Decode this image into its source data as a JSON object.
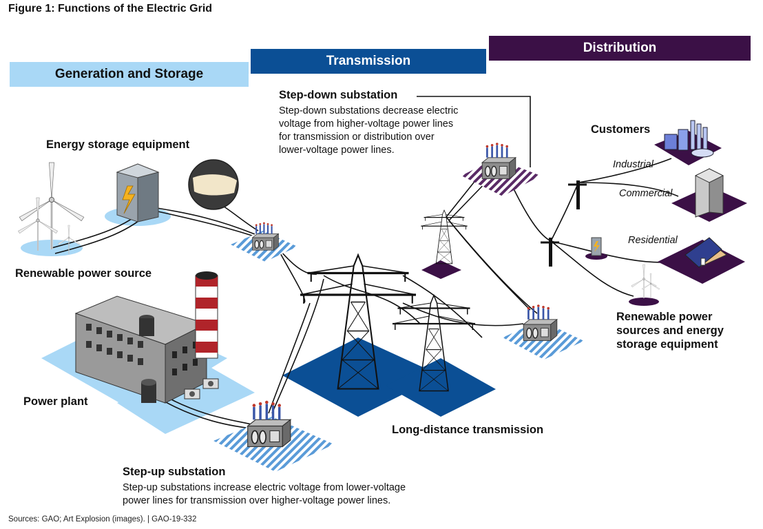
{
  "figure_title": "Figure 1: Functions of the Electric Grid",
  "sections": {
    "generation": "Generation and Storage",
    "transmission": "Transmission",
    "distribution": "Distribution"
  },
  "labels": {
    "energy_storage": "Energy storage equipment",
    "renewable_source": "Renewable power source",
    "power_plant": "Power plant",
    "long_distance": "Long-distance transmission",
    "customers": "Customers",
    "renewable_dist_1": "Renewable power",
    "renewable_dist_2": "sources and energy",
    "renewable_dist_3": "storage equipment"
  },
  "customer_types": {
    "industrial": "Industrial",
    "commercial": "Commercial",
    "residential": "Residential"
  },
  "step_down": {
    "title": "Step-down substation",
    "lines": [
      "Step-down substations decrease electric",
      "voltage from higher-voltage power lines",
      "for transmission or distribution over",
      "lower-voltage power lines."
    ]
  },
  "step_up": {
    "title": "Step-up substation",
    "lines": [
      "Step-up substations increase electric voltage from lower-voltage",
      "power lines for transmission over higher-voltage power lines."
    ]
  },
  "source_note": "Sources: GAO; Art Explosion (images).  |  GAO-19-332",
  "colors": {
    "generation": "#a9d8f6",
    "transmission": "#0b4f95",
    "distribution": "#3b1046"
  }
}
